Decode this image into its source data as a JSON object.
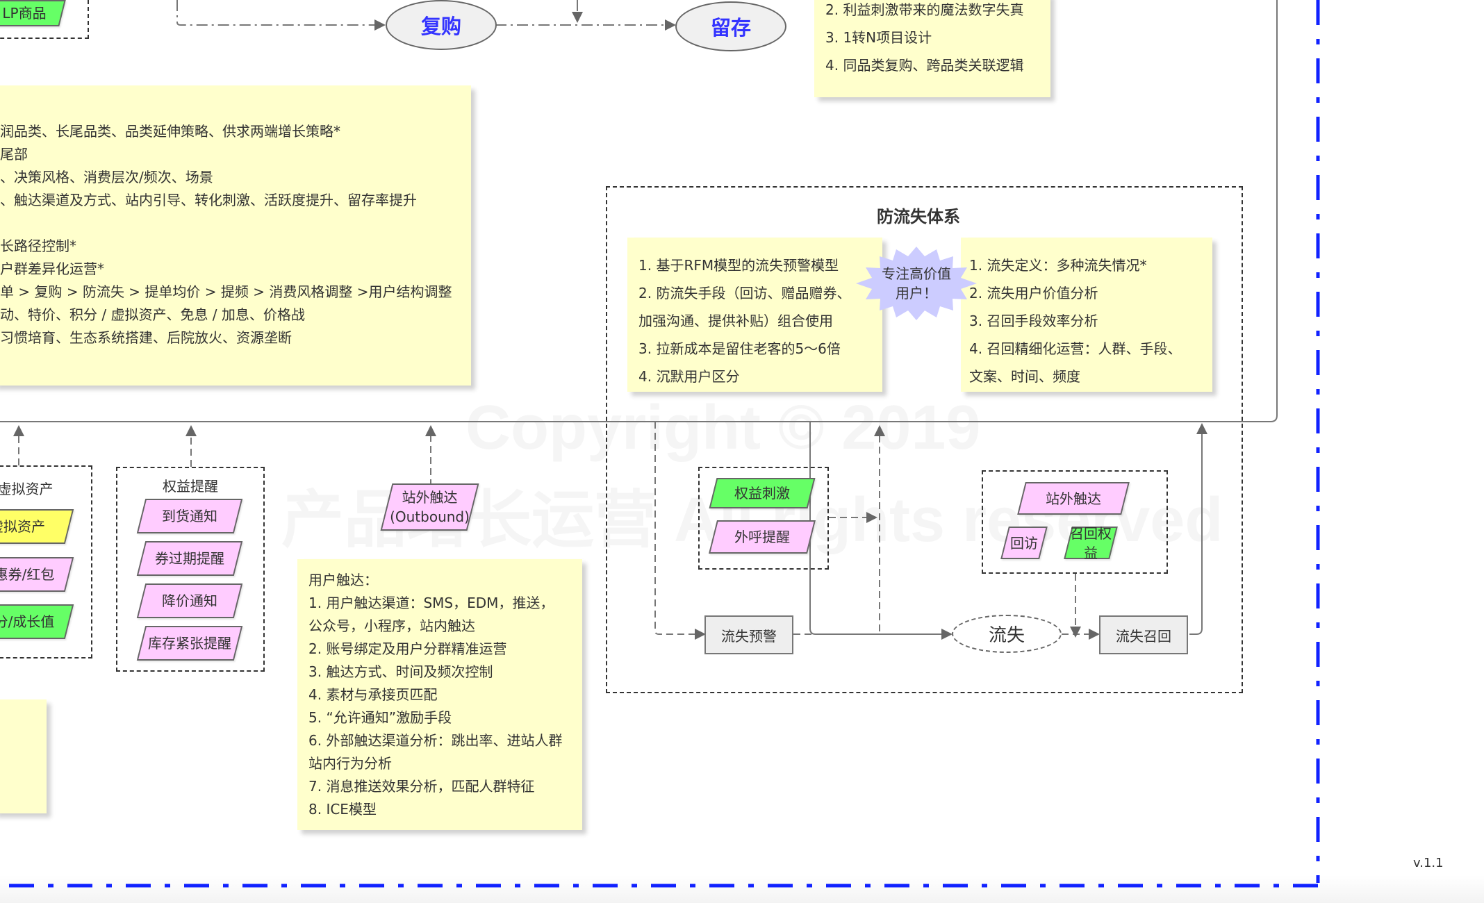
{
  "colors": {
    "note_bg": "#ffffcc",
    "pink": "#ffccff",
    "green": "#66ff66",
    "yellow": "#ffff66",
    "blue_border": "#1122ff",
    "ellipse_text": "#3333ff",
    "burst": "#ccccff"
  },
  "top_flow": {
    "lp_product": "LP商品",
    "repurchase": "复购",
    "retention": "留存"
  },
  "top_right_note": {
    "lines": [
      "2. 利益刺激带来的魔法数字失真",
      "3. 1转N项目设计",
      "4. 同品类复购、跨品类关联逻辑"
    ]
  },
  "left_note": {
    "lines": [
      "润品类、长尾品类、品类延伸策略、供求两端增长策略*",
      "尾部",
      "、决策风格、消费层次/频次、场景",
      "、触达渠道及方式、站内引导、转化刺激、活跃度提升、留存率提升",
      "",
      "长路径控制*",
      "户群差异化运营*",
      "单 > 复购 > 防流失 > 提单均价 > 提频 > 消费风格调整 >用户结构调整",
      "动、特价、积分 / 虚拟资产、免息 / 加息、价格战",
      "习惯培育、生态系统搭建、后院放火、资源垄断"
    ]
  },
  "virtual_assets_group": {
    "title": "虚拟资产",
    "items": [
      "虚拟资产",
      "优惠券/红包",
      "积分/成长值"
    ]
  },
  "benefit_reminder_group": {
    "title": "权益提醒",
    "items": [
      "到货通知",
      "券过期提醒",
      "降价通知",
      "库存紧张提醒"
    ]
  },
  "outbound": {
    "label_line1": "站外触达",
    "label_line2": "(Outbound)"
  },
  "user_reach_note": {
    "lines": [
      "用户触达：",
      "1. 用户触达渠道：SMS，EDM，推送，",
      "公众号，小程序，站内触达",
      "2. 账号绑定及用户分群精准运营",
      "3. 触达方式、时间及频次控制",
      "4. 素材与承接页匹配",
      "5. “允许通知”激励手段",
      "6. 外部触达渠道分析：跳出率、进站人群",
      "站内行为分析",
      "7. 消息推送效果分析，匹配人群特征",
      "8. ICE模型"
    ]
  },
  "churn_system": {
    "title": "防流失体系",
    "left_note": [
      "1. 基于RFM模型的流失预警模型",
      "2. 防流失手段（回访、赠品赠券、",
      "加强沟通、提供补贴）组合使用",
      "3. 拉新成本是留住老客的5～6倍",
      "4. 沉默用户区分"
    ],
    "burst_line1": "专注高价值",
    "burst_line2": "用户！",
    "right_note": [
      "1. 流失定义：多种流失情况*",
      "2. 流失用户价值分析",
      "3. 召回手段效率分析",
      "4. 召回精细化运营：人群、手段、",
      "文案、时间、频度"
    ],
    "prevention_group": [
      "权益刺激",
      "外呼提醒"
    ],
    "churn_warning": "流失预警",
    "churn": "流失",
    "recall_group": {
      "top": "站外触达",
      "left": "回访",
      "right": "召回权益"
    },
    "churn_recall": "流失召回"
  },
  "watermark": {
    "line1": "Copyright © 2019",
    "line2": "产品增长运营  All rights reserved"
  },
  "version": "v.1.1"
}
